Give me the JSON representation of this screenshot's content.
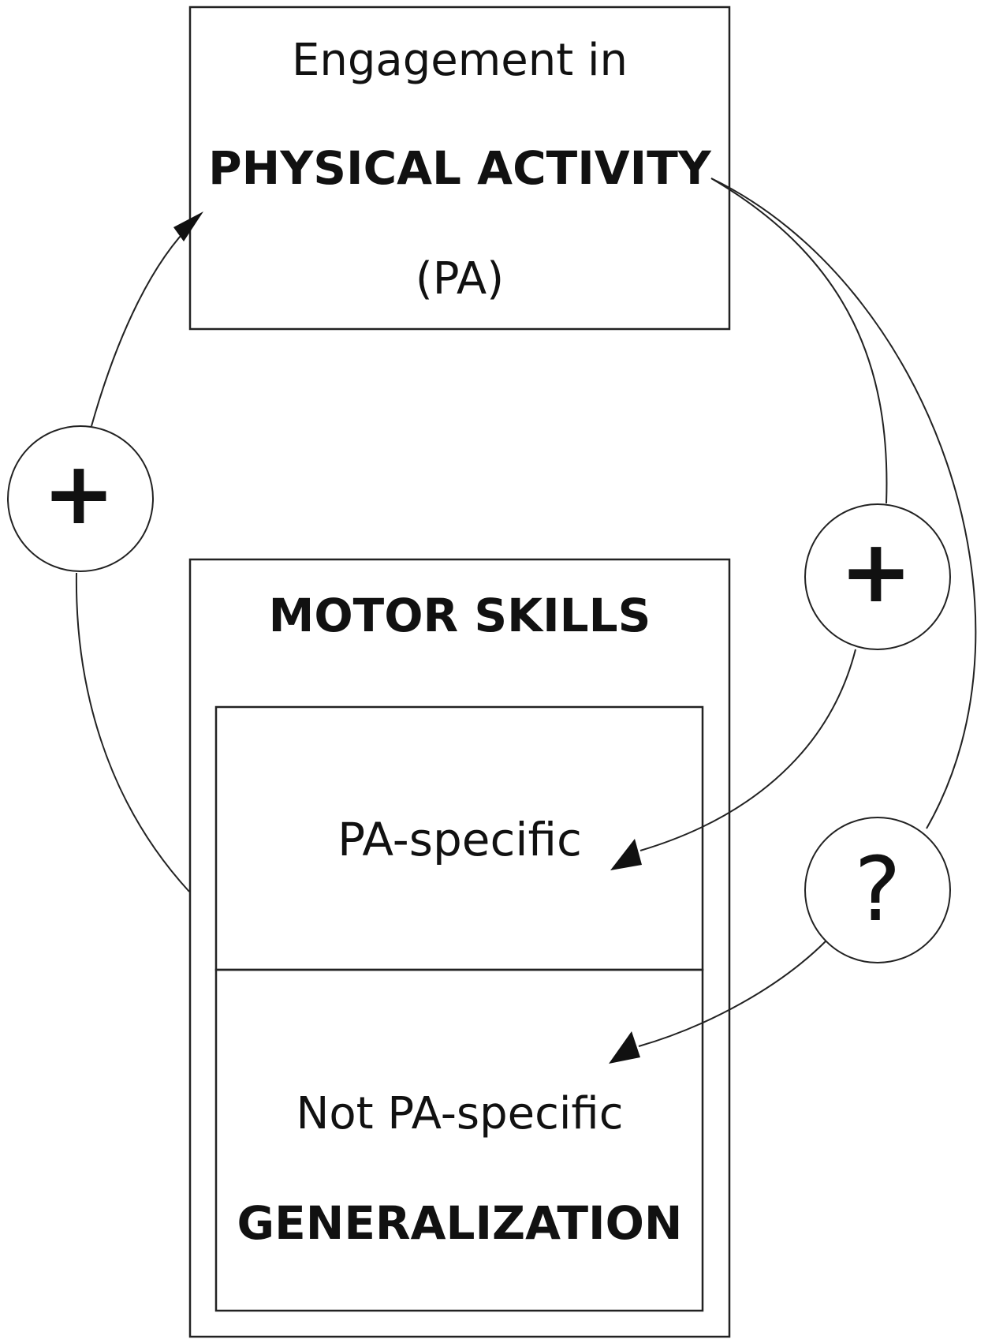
{
  "physical_activity_box": {
    "line1": "Engagement in",
    "line2": "PHYSICAL ACTIVITY",
    "line3": "(PA)"
  },
  "motor_skills_box": {
    "title": "MOTOR SKILLS",
    "pa_specific_label": "PA-specific",
    "not_pa_specific_label": "Not PA-specific",
    "generalization_label": "GENERALIZATION"
  },
  "relations": {
    "motor_skills_to_pa": "+",
    "pa_to_pa_specific": "+",
    "pa_to_not_pa_specific": "?"
  },
  "colors": {
    "line": "#222222",
    "text": "#111111",
    "background": "#ffffff"
  }
}
